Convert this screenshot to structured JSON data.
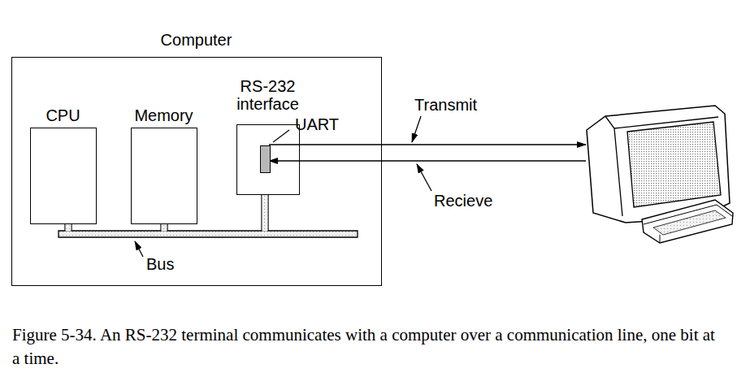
{
  "diagram": {
    "caption": "Figure 5-34. An RS-232 terminal communicates with a computer over a communication line, one bit at a time.",
    "nodes": [
      {
        "text": [
          "Computer"
        ]
      },
      {
        "text": [
          "CPU"
        ],
        "in": 0
      },
      {
        "text": [
          "Memory"
        ],
        "in": 0
      },
      {
        "text": [
          "RS-232 interface"
        ],
        "in": 0
      },
      {
        "text": [
          "UART"
        ],
        "in": 3
      }
    ],
    "labels": [
      "Transmit",
      "Recieve",
      "Bus"
    ]
  }
}
